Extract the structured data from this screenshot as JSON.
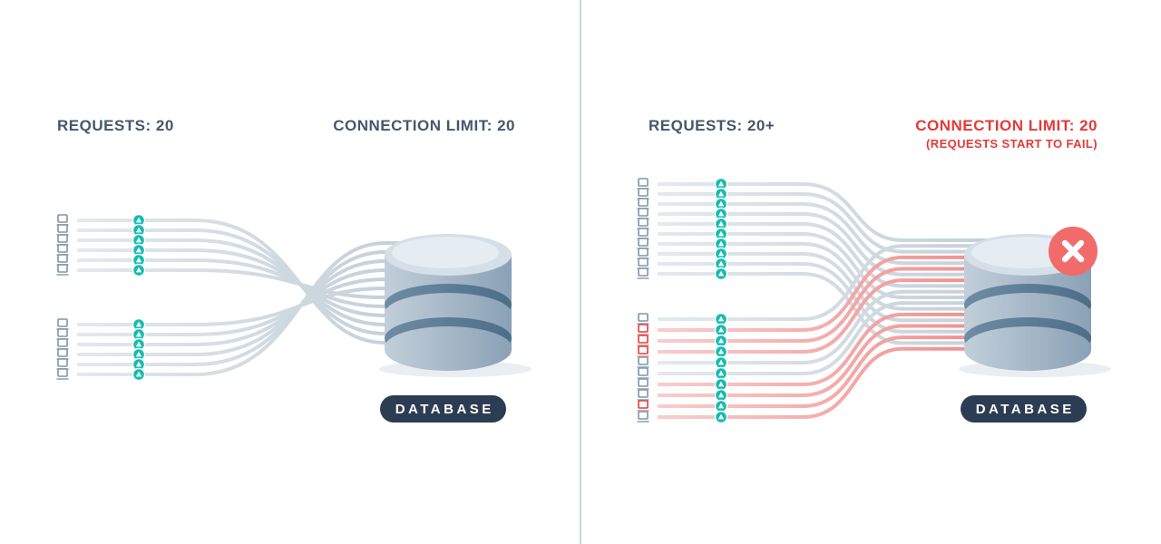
{
  "colors": {
    "slate_text": "#45576c",
    "alert_red": "#e23a3a",
    "teal": "#13bdb2",
    "marker_glyph_color": "#ffffff",
    "line_gray_light": "#e3e9ed",
    "line_gray": "#c3cfd8",
    "line_red_light": "#f8cdcc",
    "line_red": "#ef8c8a",
    "monitor_gray": "#7e95a8",
    "monitor_gray_base": "#a6b8c5",
    "monitor_red": "#e23a3a",
    "monitor_red_base": "#f0a1a0",
    "pill_bg": "#2c3c52",
    "pill_text": "#ffffff",
    "badge_red": "#f26b6b",
    "divider": "#c9d6db",
    "db_body_light": "#c2cfda",
    "db_body_dark": "#8aa1b6",
    "db_band_light": "#6e8ca4",
    "db_band_dark": "#4d6d88",
    "db_top": "#d4dfe7",
    "db_top_highlight": "#e7eef3",
    "db_shadow": "#e3eaef"
  },
  "icons": {
    "client": "terminal-square",
    "marker": "triangle-up",
    "badge": "x-mark"
  },
  "left_panel": {
    "requests_label": "REQUESTS: 20",
    "limit_label": "CONNECTION LIMIT: 20",
    "database_label": "DATABASE",
    "overloaded": false,
    "groups": [
      {
        "rows": [
          {
            "square": "gray",
            "line": "gray"
          },
          {
            "square": "gray",
            "line": "gray"
          },
          {
            "square": "gray",
            "line": "gray"
          },
          {
            "square": "gray",
            "line": "gray"
          },
          {
            "square": "gray",
            "line": "gray"
          },
          {
            "square": "gray",
            "line": "gray"
          }
        ]
      },
      {
        "rows": [
          {
            "square": "gray",
            "line": "gray"
          },
          {
            "square": "gray",
            "line": "gray"
          },
          {
            "square": "gray",
            "line": "gray"
          },
          {
            "square": "gray",
            "line": "gray"
          },
          {
            "square": "gray",
            "line": "gray"
          },
          {
            "square": "gray",
            "line": "gray"
          }
        ]
      }
    ]
  },
  "right_panel": {
    "requests_label": "REQUESTS: 20+",
    "limit_label": "CONNECTION LIMIT: 20",
    "limit_sublabel": "(REQUESTS START TO FAIL)",
    "database_label": "DATABASE",
    "overloaded": true,
    "groups": [
      {
        "rows": [
          {
            "square": "gray",
            "line": "gray"
          },
          {
            "square": "gray",
            "line": "gray"
          },
          {
            "square": "gray",
            "line": "gray"
          },
          {
            "square": "gray",
            "line": "gray"
          },
          {
            "square": "gray",
            "line": "gray"
          },
          {
            "square": "gray",
            "line": "gray"
          },
          {
            "square": "gray",
            "line": "gray"
          },
          {
            "square": "gray",
            "line": "gray"
          },
          {
            "square": "gray",
            "line": "gray"
          },
          {
            "square": "gray",
            "line": "gray"
          }
        ]
      },
      {
        "rows": [
          {
            "square": "gray",
            "line": "gray"
          },
          {
            "square": "red",
            "line": "red"
          },
          {
            "square": "red",
            "line": "red"
          },
          {
            "square": "red",
            "line": "red"
          },
          {
            "square": "gray",
            "line": "gray"
          },
          {
            "square": "gray",
            "line": "gray"
          },
          {
            "square": "gray",
            "line": "red"
          },
          {
            "square": "gray",
            "line": "red"
          },
          {
            "square": "red",
            "line": "red"
          },
          {
            "square": "gray",
            "line": "red"
          }
        ]
      }
    ]
  }
}
